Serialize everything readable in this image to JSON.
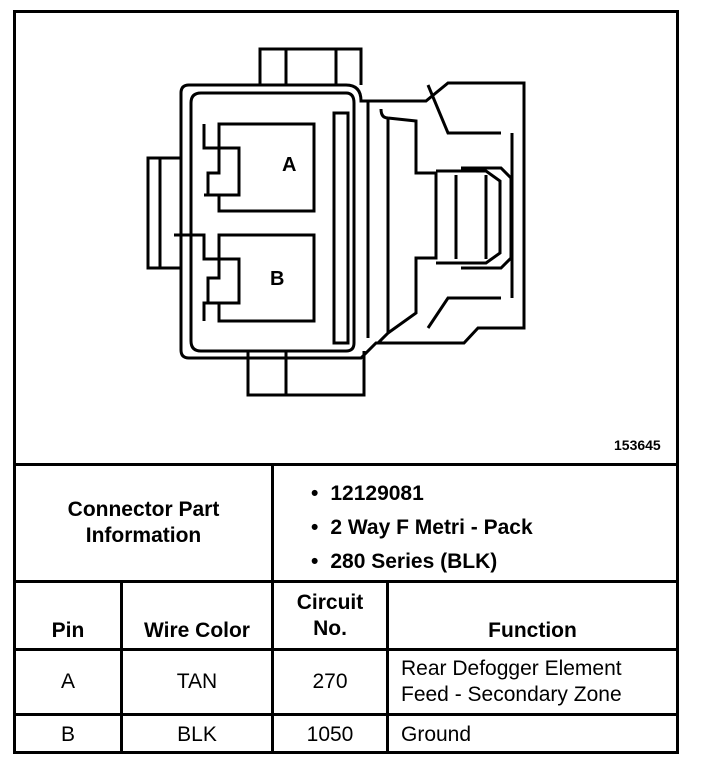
{
  "figure": {
    "pin_labels": [
      "A",
      "B"
    ],
    "figure_number": "153645"
  },
  "connector_info": {
    "label": "Connector Part Information",
    "bullets": [
      "12129081",
      "2 Way F Metri - Pack",
      "280 Series (BLK)"
    ]
  },
  "table": {
    "headers": [
      "Pin",
      "Wire Color",
      "Circuit No.",
      "Function"
    ],
    "rows": [
      {
        "pin": "A",
        "wire_color": "TAN",
        "circuit": "270",
        "function": "Rear Defogger Element Feed - Secondary Zone"
      },
      {
        "pin": "B",
        "wire_color": "BLK",
        "circuit": "1050",
        "function": "Ground"
      }
    ]
  }
}
